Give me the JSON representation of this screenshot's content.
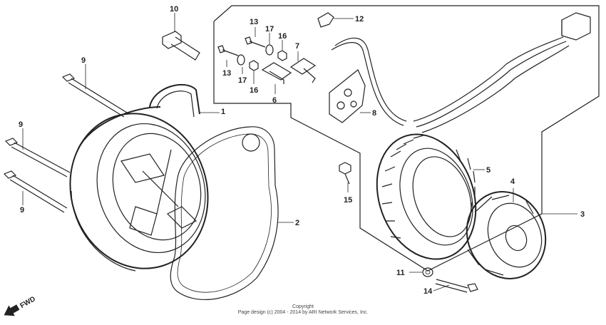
{
  "diagram": {
    "callouts": {
      "p1": "1",
      "p2": "2",
      "p3": "3",
      "p4": "4",
      "p5": "5",
      "p6": "6",
      "p7": "7",
      "p8": "8",
      "p9a": "9",
      "p9b": "9",
      "p9c": "9",
      "p10": "10",
      "p11": "11",
      "p12": "12",
      "p13a": "13",
      "p13b": "13",
      "p14": "14",
      "p15": "15",
      "p16a": "16",
      "p16b": "16",
      "p17a": "17",
      "p17b": "17"
    },
    "direction_label": "FWD",
    "copyright_line1": "Copyright",
    "copyright_line2": "Page design (c) 2004 - 2014 by ARI Network Services, Inc.",
    "ink_color": "#222222"
  }
}
